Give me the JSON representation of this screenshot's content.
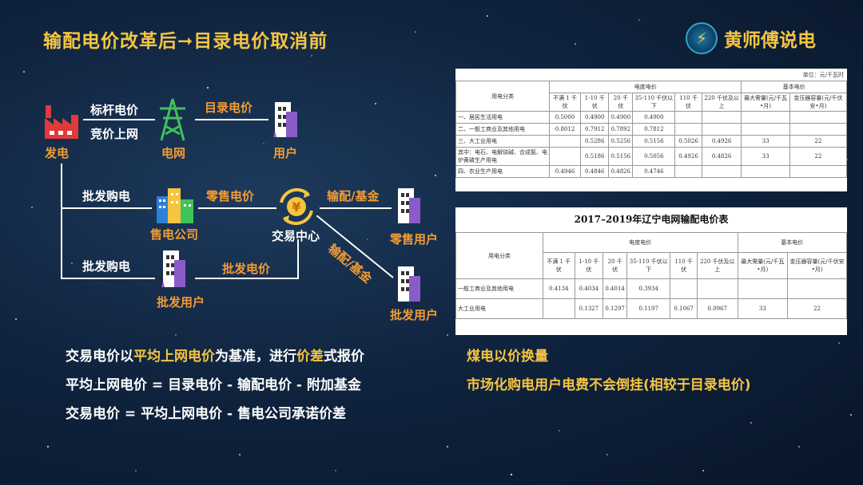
{
  "title": "输配电价改革后➞目录电价取消前",
  "logo": {
    "text": "黄师傅说电",
    "icon": "lightning-globe-icon"
  },
  "diagram": {
    "gen": "发电",
    "grid": "电网",
    "user": "用户",
    "benchmark": "标杆电价",
    "bidding": "竞价上网",
    "catalog": "目录电价",
    "wholesale1": "批发购电",
    "seller": "售电公司",
    "retail_price": "零售电价",
    "exchange": "交易中心",
    "tnd_fund1": "输配/基金",
    "retail_user": "零售用户",
    "tnd_fund2": "输配/基金",
    "wholesale_user_right": "批发用户",
    "wholesale2": "批发购电",
    "wholesale_user": "批发用户",
    "wholesale_price": "批发电价"
  },
  "bottom_left": {
    "line1_a": "交易电价以",
    "line1_b": "平均上网电价",
    "line1_c": "为基准，进行",
    "line1_d": "价差",
    "line1_e": "式报价",
    "line2": "平均上网电价 = 目录电价 - 输配电价 - 附加基金",
    "line3": "交易电价 = 平均上网电价 - 售电公司承诺价差"
  },
  "bottom_right": {
    "line1": "煤电以价换量",
    "line2": "市场化购电用户电费不会倒挂(相较于目录电价)"
  },
  "table1": {
    "unit": "单位：元/千瓦时",
    "h_category": "用电分类",
    "h_energy": "电度电价",
    "h_basic": "基本电价",
    "cols": [
      "不满 1 千伏",
      "1-10 千伏",
      "20 千伏",
      "35-110 千伏以下",
      "110 千伏",
      "220 千伏及以上",
      "最大需量(元/千瓦•月)",
      "变压器容量(元/千伏安•月)"
    ],
    "rows": [
      [
        "一、居民生活用电",
        "0.5000",
        "0.4900",
        "0.4900",
        "0.4900",
        "",
        "",
        "",
        ""
      ],
      [
        "二、一般工商业及其他用电",
        "0.8012",
        "0.7912",
        "0.7892",
        "0.7812",
        "",
        "",
        "",
        ""
      ],
      [
        "三、大工业用电",
        "",
        "0.5286",
        "0.5256",
        "0.5156",
        "0.5026",
        "0.4926",
        "33",
        "22"
      ],
      [
        "其中：电石、电解烧碱、合成氨、电炉黄磷生产用电",
        "",
        "0.5186",
        "0.5156",
        "0.5056",
        "0.4926",
        "0.4826",
        "33",
        "22"
      ],
      [
        "四、农业生产用电",
        "0.4946",
        "0.4846",
        "0.4826",
        "0.4746",
        "",
        "",
        "",
        ""
      ]
    ]
  },
  "table2": {
    "title": "2017–2019年辽宁电网输配电价表",
    "h_category": "用电分类",
    "h_energy": "电度电价",
    "h_basic": "基本电价",
    "cols": [
      "不满 1 千伏",
      "1-10 千伏",
      "20 千伏",
      "35-110 千伏以下",
      "110 千伏",
      "220 千伏及以上",
      "最大需量(元/千瓦•月)",
      "变压器容量(元/千伏安•月)"
    ],
    "rows": [
      [
        "一般工商业及其他用电",
        "0.4134",
        "0.4034",
        "0.4014",
        "0.3934",
        "",
        "",
        "",
        ""
      ],
      [
        "大工业用电",
        "",
        "0.1327",
        "0.1297",
        "0.1197",
        "0.1067",
        "0.0967",
        "33",
        "22"
      ]
    ]
  }
}
